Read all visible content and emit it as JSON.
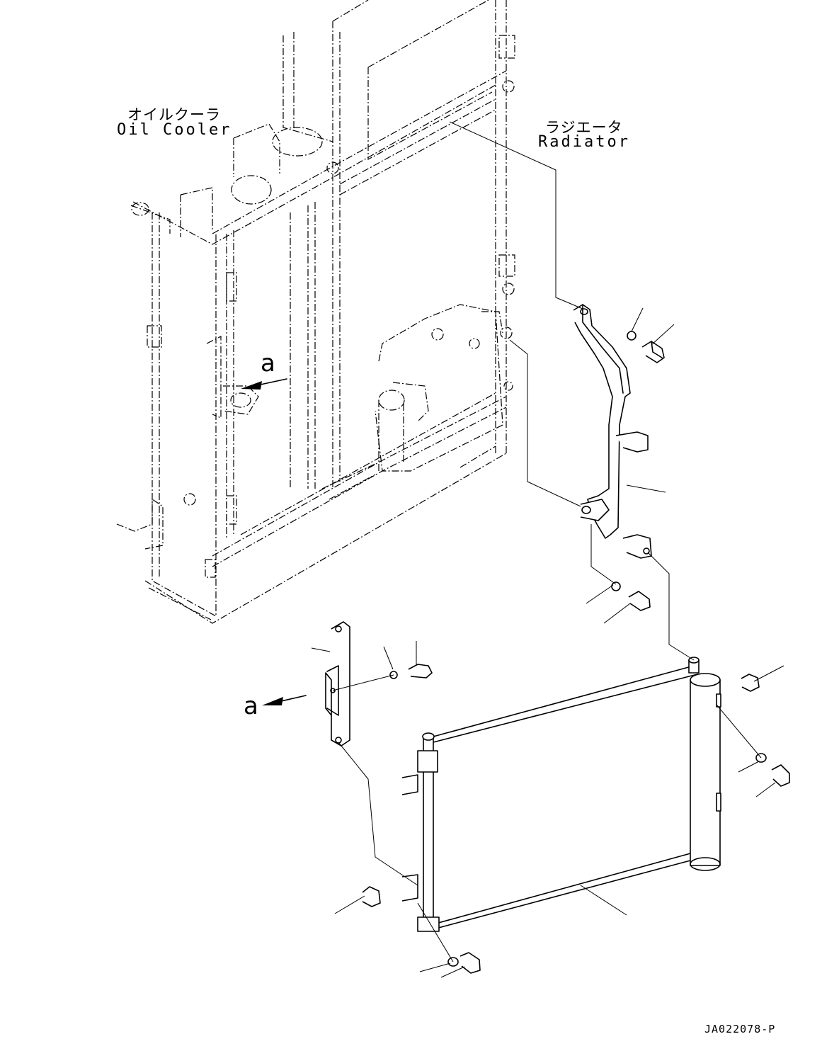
{
  "labels": {
    "oil_cooler_jp": "オイルクーラ",
    "oil_cooler_en": "Oil Cooler",
    "radiator_jp": "ラジエータ",
    "radiator_en": "Radiator",
    "view_mark_upper": "a",
    "view_mark_lower": "a",
    "drawing_code": "JA022078-P"
  }
}
